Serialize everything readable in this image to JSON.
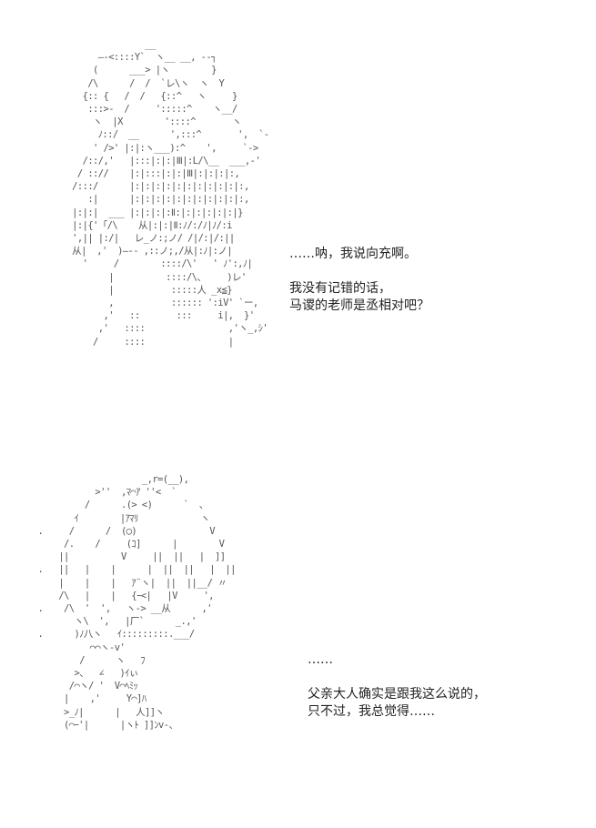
{
  "scene1": {
    "art_lines": [
      "                 __",
      "        ―-<::::Y`  ヽ__ __, --┐",
      "       (      ___> |ヽ        }",
      "      /\\      /  /  `レ\\ヽ  ヽ  Y",
      "     {:: {   /  /   {::^   ヽ     }",
      "      :::>-  /     ':::::^    ヽ__/",
      "       ヽ  |X        '::::^       ヽ",
      "        ﾉ::/  __      ',:::^       ',  `-",
      "       ' />' |:|:ヽ___):^    ',     `->",
      "     /::/,'   |:::|:|:|Ⅲ|:L/\\__  ___,-'",
      "    / :://    |:|:::|:|:|Ⅲ|:|:|:|:,",
      "   /:::/      |:|:|:|:|:|:|:|:|:|:|:,",
      "      :|      |:|:|:|:|:|:|:|:|:|:|:,",
      "   |:|:|  ___ |:|:|:|:Ⅱ:|:|:|:|:|:|}",
      "   |:|{'「/\\    从|:|:|Ⅱ:ﾉ/:/ﾉ|ﾉ/:i",
      "   ',|| |:/|   レ_ノ:;ノ/ /|/:|/:||",
      "   从|  ,'  )―-- ,::ノ;,/从|:ﾉ|:ノ|",
      "     '     /        ::::/\\'   ' ﾉ':,ﾉ|",
      "          |          ::::/\\、    )レ'",
      "          |           :::::人 _x≦}",
      "          ,           :::::: ':iV' `ー,",
      "         ,'   ::       :::     i|,  }'",
      "        ,'   ::::                ,'ヽ_,ｼ'",
      "       /     ::::                |"
    ],
    "dialogue": [
      "……呐，我说向充啊。",
      "",
      "我没有记错的话，",
      "马谡的老师是丞相对吧？"
    ]
  },
  "scene2": {
    "art_lines": [
      "                      _,r=(__),",
      "             >''  ,ﾏ⌒ｱ ''<  `",
      "           /      .(> <)      `  、",
      "         ｲ        |ｱﾏﾘ            ヽ",
      "  .     /      /  (◯)              V",
      "       /.    /     (ｺ]      |        V",
      "      ||          V     ||  ||   |  ]]",
      "  .   ||   |    |      |  ||  ||   |  ||",
      "      |    |    |   ｱ¨ヽ|  ||  ||__/ 〃",
      "      /\\   |    |   {ｰ<|   |V     ',",
      "  .    /\\  '  ',   ヽ-> __从      ,'",
      "         ヽ\\  ',   |厂`      _.,'",
      "  .      )ﾉ八ヽ   ｲ:::::::::.___/",
      "            ⌒⌒ヽ-v'",
      "          /      ヽ   ﾌ",
      "         >、  ∠   )ｲぃ",
      "        /⌒ヽ/ '  V⌒ﾍﾐｯ",
      "       |    ,'     Y⌒]ﾊ",
      "       >_ﾉ|      |   人]]ヽ",
      "       (⌒ｰ'|      |ヽﾄ ]]ﾝv-、"
    ],
    "dialogue": [
      "……",
      "",
      "父亲大人确实是跟我这么说的，",
      "只不过，我总觉得……"
    ]
  }
}
